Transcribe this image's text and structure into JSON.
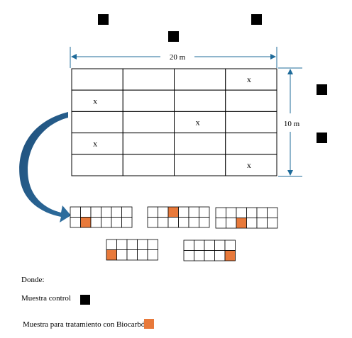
{
  "colors": {
    "control": "#000000",
    "treatment": "#E8793A",
    "grid_line": "#000000",
    "dimension_line": "#1F6B9A",
    "arrow_dark": "#1F4E79",
    "arrow_light": "#2E6FA0"
  },
  "plot": {
    "width_label": "20 m",
    "height_label": "10 m",
    "rows": 5,
    "cols": 4,
    "sample_marks": [
      {
        "row": 0,
        "col": 3,
        "mark": "x"
      },
      {
        "row": 1,
        "col": 0,
        "mark": "x"
      },
      {
        "row": 2,
        "col": 2,
        "mark": "x"
      },
      {
        "row": 3,
        "col": 0,
        "mark": "x"
      },
      {
        "row": 4,
        "col": 3,
        "mark": "x"
      }
    ]
  },
  "subgrids": [
    {
      "name": "subgrid-1",
      "rows": 2,
      "cols": 6,
      "highlight": {
        "row": 1,
        "col": 1
      }
    },
    {
      "name": "subgrid-2",
      "rows": 2,
      "cols": 6,
      "highlight": {
        "row": 0,
        "col": 2
      }
    },
    {
      "name": "subgrid-3",
      "rows": 2,
      "cols": 6,
      "highlight": {
        "row": 1,
        "col": 2
      }
    },
    {
      "name": "subgrid-4",
      "rows": 2,
      "cols": 5,
      "highlight": {
        "row": 1,
        "col": 0
      }
    },
    {
      "name": "subgrid-5",
      "rows": 2,
      "cols": 5,
      "highlight": {
        "row": 1,
        "col": 4
      }
    }
  ],
  "legend": {
    "title": "Donde:",
    "control_label": "Muestra control",
    "treatment_label": "Muestra para tratamiento con Biocarbón"
  }
}
